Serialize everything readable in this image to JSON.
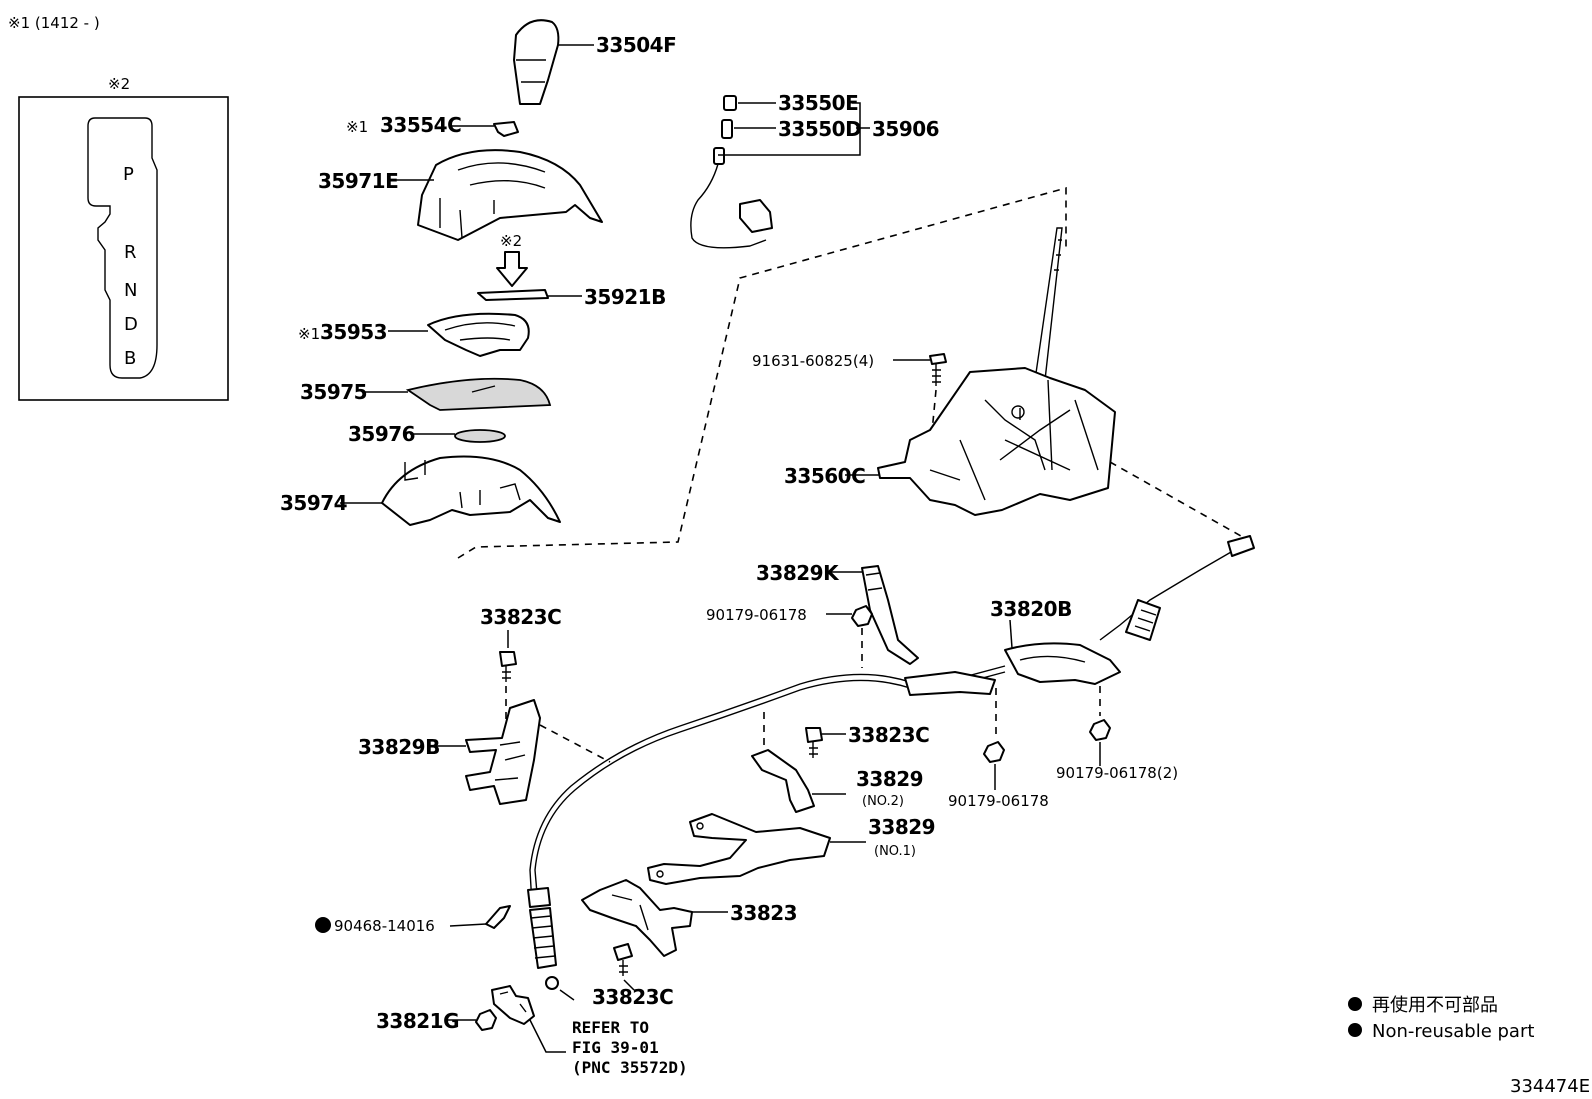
{
  "header_note": "※1 (1412 -     )",
  "inset": {
    "mark": "※2",
    "gate_letters": [
      "P",
      "R",
      "N",
      "D",
      "B"
    ]
  },
  "parts": {
    "p33504F": "33504F",
    "p33554C_mark": "※1",
    "p33554C": "33554C",
    "p35971E": "35971E",
    "arrow_mark": "※2",
    "p35921B": "35921B",
    "p35953_mark": "※1",
    "p35953": "35953",
    "p35975": "35975",
    "p35976": "35976",
    "p35974": "35974",
    "p33550E": "33550E",
    "p33550D": "33550D",
    "p35906": "35906",
    "p91631": "91631-60825(4)",
    "p33560C": "33560C",
    "p33829K": "33829K",
    "p90179_top": "90179-06178",
    "p33820B": "33820B",
    "p33823C_top": "33823C",
    "p33829B": "33829B",
    "p33823C_mid": "33823C",
    "p33829_no2": "33829",
    "p33829_no2_sub": "(NO.2)",
    "p90179_mid": "90179-06178",
    "p90179_right": "90179-06178(2)",
    "p33829_no1": "33829",
    "p33829_no1_sub": "(NO.1)",
    "p90468": "90468-14016",
    "p33823": "33823",
    "p33823C_bot": "33823C",
    "p33821G": "33821G"
  },
  "refer": {
    "line1": "REFER TO",
    "line2": "FIG 39-01",
    "line3": "(PNC 35572D)"
  },
  "legend": {
    "jp": "再使用不可部品",
    "en": "Non-reusable part"
  },
  "figure_id": "334474E"
}
